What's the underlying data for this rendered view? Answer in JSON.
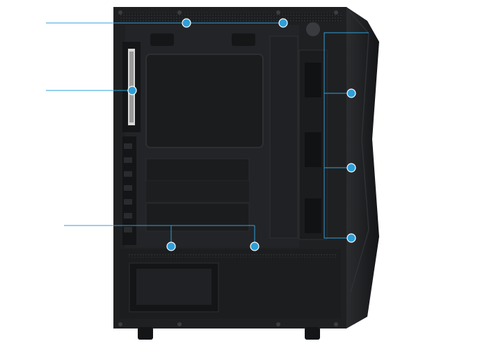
{
  "product": {
    "subject": "pc-case-interior-view",
    "accent_color": "#2f9fd8",
    "callout_count": 7
  },
  "colors": {
    "case_body": "#1e1f21",
    "case_panel": "#2a2b2e",
    "case_edge": "#3a3b3e",
    "callout_line": "#2f9fd8",
    "callout_marker": "#2f9fd8",
    "background": "#ffffff"
  },
  "callouts": [
    {
      "id": "top-mount-left",
      "label": ""
    },
    {
      "id": "top-mount-right",
      "label": ""
    },
    {
      "id": "rear-fan",
      "label": ""
    },
    {
      "id": "front-mount-top",
      "label": ""
    },
    {
      "id": "front-mount-middle",
      "label": ""
    },
    {
      "id": "front-mount-bottom",
      "label": ""
    },
    {
      "id": "psu-shroud-left",
      "label": ""
    },
    {
      "id": "psu-shroud-right",
      "label": ""
    }
  ]
}
